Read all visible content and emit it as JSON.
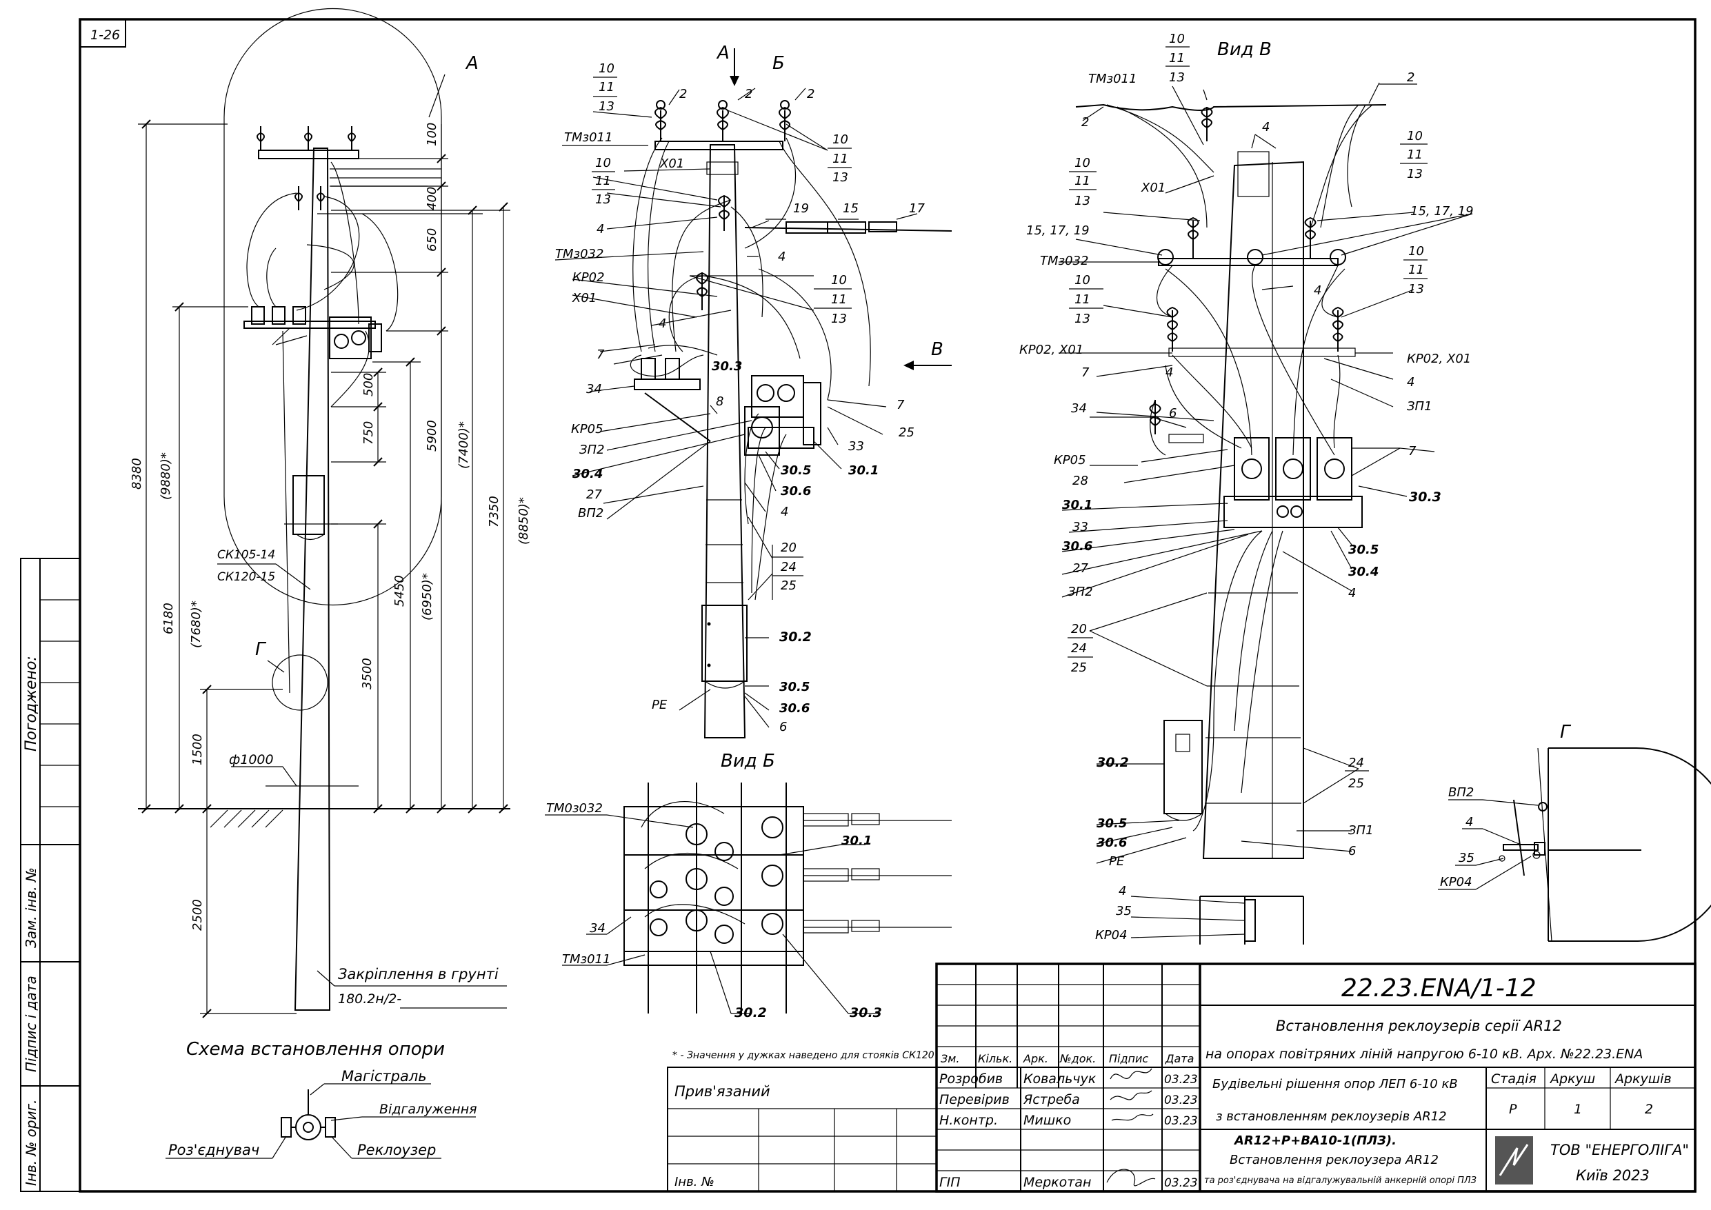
{
  "sheet_number": "1-26",
  "side_stamp": {
    "agreed": "Погоджено:",
    "replace_inv": "Зам. інв. №",
    "sign_date": "Підпис і дата",
    "inv_orig": "Інв. № ориг."
  },
  "view_labels": {
    "a": "А",
    "b_arrow": "Б",
    "v_arrow": "В",
    "view_b": "Вид Б",
    "view_v": "Вид В",
    "g_top": "Г",
    "g_detail": "Г"
  },
  "dimensions": {
    "d100": "100",
    "d400": "400",
    "d650": "650",
    "d500": "500",
    "d750": "750",
    "d5900": "5900",
    "d7400": "(7400)*",
    "d7350": "7350",
    "d8850": "(8850)*",
    "d8380": "8380",
    "d9880": "(9880)*",
    "d6180": "6180",
    "d7680": "(7680)*",
    "d5450": "5450",
    "d6950": "(6950)*",
    "d3500": "3500",
    "d1500": "1500",
    "d2500": "2500",
    "diameter": "ф1000"
  },
  "scheme_labels": {
    "pole_types_1": "СК105-14",
    "pole_types_2": "СК120-15",
    "ground_fix_1": "Закріплення в грунті",
    "ground_fix_2": "180.2н/2-",
    "scheme_title": "Схема встановлення опори",
    "main_line": "Магістраль",
    "branch": "Відгалуження",
    "disconnector": "Роз'єднувач",
    "recloser": "Реклоузер",
    "footnote": "* - Значення у дужках наведено для стояків СК120"
  },
  "front_callouts": {
    "n10a": "10",
    "n11a": "11",
    "n13a": "13",
    "n2a": "2",
    "n2b": "2",
    "n2c": "2",
    "n10b": "10",
    "n11b": "11",
    "n13b": "13",
    "tm011": "ТМз011",
    "x01": "X01",
    "n10c": "10",
    "n11c": "11",
    "n13c": "13",
    "n4a": "4",
    "n19": "19",
    "n15": "15",
    "n17": "17",
    "tm032": "ТМз032",
    "n4b": "4",
    "kr02": "КР02",
    "x01b": "X01",
    "n10d": "10",
    "n11d": "11",
    "n13d": "13",
    "n4c": "4",
    "n7a": "7",
    "n303": "30.3",
    "n34": "34",
    "n7b": "7",
    "n8": "8",
    "kr05": "КР05",
    "zp2": "ЗП2",
    "n304": "30.4",
    "n27": "27",
    "vp2": "ВП2",
    "n25": "25",
    "n33": "33",
    "n301": "30.1",
    "n305": "30.5",
    "n306": "30.6",
    "n4d": "4",
    "n20": "20",
    "n24": "24",
    "n25b": "25",
    "n302": "30.2",
    "pe": "PE",
    "n305b": "30.5",
    "n306b": "30.6",
    "n6": "6"
  },
  "view_b_callouts": {
    "tm032": "ТМ0з032",
    "n301": "30.1",
    "n34": "34",
    "tm011": "ТМз011",
    "n302": "30.2",
    "n303": "30.3"
  },
  "side_callouts": {
    "n10": "10",
    "n11": "11",
    "n13": "13",
    "tm011": "ТМз011",
    "n2": "2",
    "n2b": "2",
    "n4": "4",
    "x01": "X01",
    "n10b": "10",
    "n11b": "11",
    "n13b": "13",
    "n10c": "10",
    "n11c": "11",
    "n13c": "13",
    "n151719": "15, 17, 19",
    "n151719b": "15, 17, 19",
    "tm032": "ТМз032",
    "n10d": "10",
    "n11d": "11",
    "n13d": "13",
    "n10e": "10",
    "n11e": "11",
    "n13e": "13",
    "n4b": "4",
    "kr02x01": "КР02, X01",
    "kr02x01b": "КР02, X01",
    "n7": "7",
    "n4c": "4",
    "n4d": "4",
    "n34": "34",
    "n6": "6",
    "zp1": "ЗП1",
    "kr05": "КР05",
    "n28": "28",
    "n7b": "7",
    "n301": "30.1",
    "n303": "30.3",
    "n33": "33",
    "n306": "30.6",
    "n305": "30.5",
    "n27": "27",
    "n304": "30.4",
    "zp2": "ЗП2",
    "n4e": "4",
    "n20": "20",
    "n24": "24",
    "n25": "25",
    "n302": "30.2",
    "n24b": "24",
    "n25b": "25",
    "n305b": "30.5",
    "n306b": "30.6",
    "zp1b": "ЗП1",
    "pe": "PE",
    "n6b": "6",
    "n4f": "4",
    "n35": "35",
    "kr04": "КР04"
  },
  "detail_g": {
    "vp2": "ВП2",
    "n4": "4",
    "n35": "35",
    "kr04": "КР04"
  },
  "title_block": {
    "doc_code": "22.23.ENA/1-12",
    "title_line1": "Встановлення реклоузерів серії AR12",
    "title_line2": "на опорах повітряних ліній напругою 6-10 кВ. Арх. №22.23.ENA",
    "sheet_title1": "Будівельні рішення опор ЛЕП 6-10 кВ",
    "sheet_title2": "з встановленням реклоузерів AR12",
    "stage_h": "Стадія",
    "sheet_h": "Аркуш",
    "sheets_h": "Аркушів",
    "stage": "Р",
    "sheet": "1",
    "sheets": "2",
    "h_zm": "Зм.",
    "h_kil": "Кільк.",
    "h_ark": "Арк.",
    "h_doc": "№док.",
    "h_sign": "Підпис",
    "h_date": "Дата",
    "r1_role": "Розробив",
    "r1_name": "Ковальчук",
    "r1_date": "03.23",
    "r2_role": "Перевірив",
    "r2_name": "Ястреба",
    "r2_date": "03.23",
    "r3_role": "Н.контр.",
    "r3_name": "Мишко",
    "r3_date": "03.23",
    "r4_role": "ГІП",
    "r4_name": "Меркотан",
    "r4_date": "03.23",
    "drawing_name1": "AR12+P+BA10-1(ПЛЗ).",
    "drawing_name2": "Встановлення реклоузера AR12",
    "drawing_name3": "та роз'єднувача на відгалужувальній анкерній опорі ПЛЗ",
    "company": "ТОВ \"ЕНЕРГОЛІГА\"",
    "city": "Київ 2023",
    "linked": "Прив'язаний",
    "inv_no": "Інв. №"
  }
}
